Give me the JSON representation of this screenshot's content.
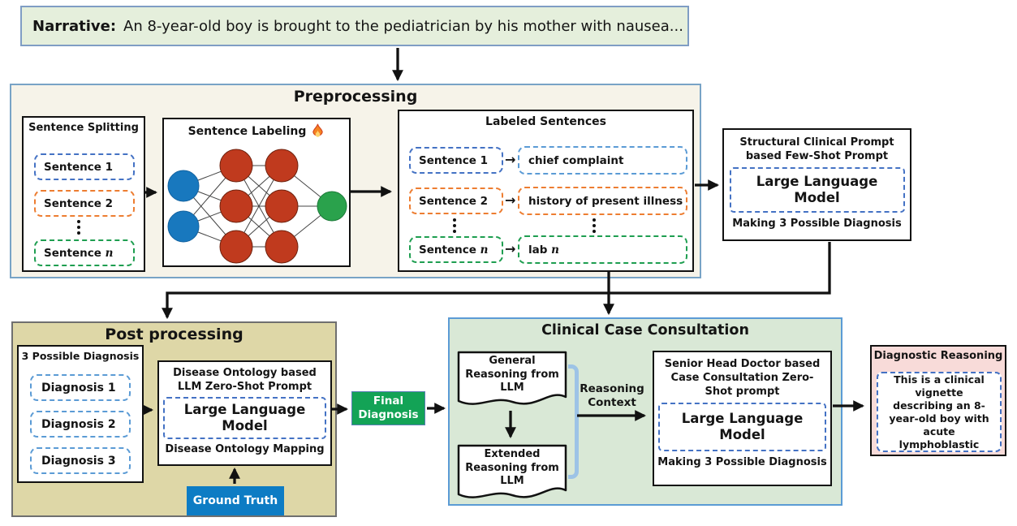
{
  "narrative": {
    "label": "Narrative:",
    "text": "An 8-year-old boy is brought to the pediatrician by his mother with nausea..."
  },
  "preprocessing": {
    "title": "Preprocessing",
    "sentence_splitting": {
      "title": "Sentence Splitting",
      "item1": "Sentence 1",
      "item2": "Sentence 2",
      "item_n_prefix": "Sentence",
      "item_n_var": "n"
    },
    "sentence_labeling": {
      "title": "Sentence Labeling",
      "icon": "fire-icon"
    },
    "labeled_sentences": {
      "title": "Labeled Sentences",
      "rows": [
        {
          "sentence": "Sentence 1",
          "label": "chief complaint"
        },
        {
          "sentence": "Sentence 2",
          "label": "history of present illness"
        },
        {
          "sentence_prefix": "Sentence",
          "sentence_var": "n",
          "label_prefix": "lab",
          "label_var": "n"
        }
      ]
    },
    "few_shot_llm": {
      "line1": "Structural Clinical Prompt",
      "line2": "based Few-Shot Prompt",
      "llm": "Large Language Model",
      "footer": "Making 3 Possible Diagnosis"
    }
  },
  "post_processing": {
    "title": "Post processing",
    "possible": {
      "title": "3 Possible Diagnosis",
      "items": [
        "Diagnosis 1",
        "Diagnosis 2",
        "Diagnosis 3"
      ]
    },
    "ontology": {
      "line1": "Disease Ontology based",
      "line2": "LLM Zero-Shot Prompt",
      "llm": "Large Language Model",
      "footer": "Disease Ontology Mapping"
    },
    "ground_truth": "Ground Truth"
  },
  "final_diagnosis": {
    "line1": "Final",
    "line2": "Diagnosis"
  },
  "consultation": {
    "title": "Clinical Case Consultation",
    "doc_general": "General Reasoning from LLM",
    "doc_extended": "Extended Reasoning from LLM",
    "reasoning_context_line1": "Reasoning",
    "reasoning_context_line2": "Context",
    "senior": {
      "line1": "Senior Head Doctor based",
      "line2": "Case Consultation Zero-",
      "line3": "Shot prompt",
      "llm": "Large Language Model",
      "footer": "Making 3 Possible Diagnosis"
    }
  },
  "diagnostic": {
    "title": "Diagnostic Reasoning",
    "text": "This is a clinical vignette describing an 8-year-old boy with acute lymphoblastic"
  },
  "colors": {
    "narrative_bg": "#e5efdc",
    "preprocessing_bg": "#f6f3e9",
    "post_bg": "#ded7a7",
    "consultation_bg": "#d9e8d6",
    "diagnostic_bg": "#f8dbd9",
    "final_green": "#13a356",
    "ground_truth_blue": "#0d7cc4",
    "dash_blue": "#4472c4",
    "dash_light_blue": "#5b9bd5",
    "dash_orange": "#ed7d31",
    "dash_green": "#1e9e50",
    "node_blue": "#1878be",
    "node_red": "#c03a1e",
    "node_green": "#2aa24c",
    "bracket_blue": "#9dc3e6"
  }
}
